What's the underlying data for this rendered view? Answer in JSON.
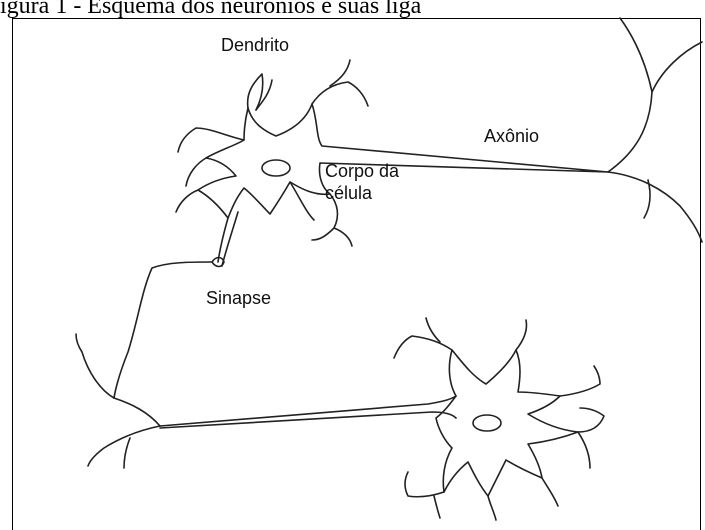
{
  "caption": "igura 1 - Esquema dos neurônios e suas liga",
  "labels": {
    "dendrite": "Dendrito",
    "axon": "Axônio",
    "cell_body_line1": "Corpo da",
    "cell_body_line2": "célula",
    "synapse": "Sinapse"
  },
  "colors": {
    "stroke": "#222222",
    "text": "#111111",
    "background": "#ffffff"
  }
}
